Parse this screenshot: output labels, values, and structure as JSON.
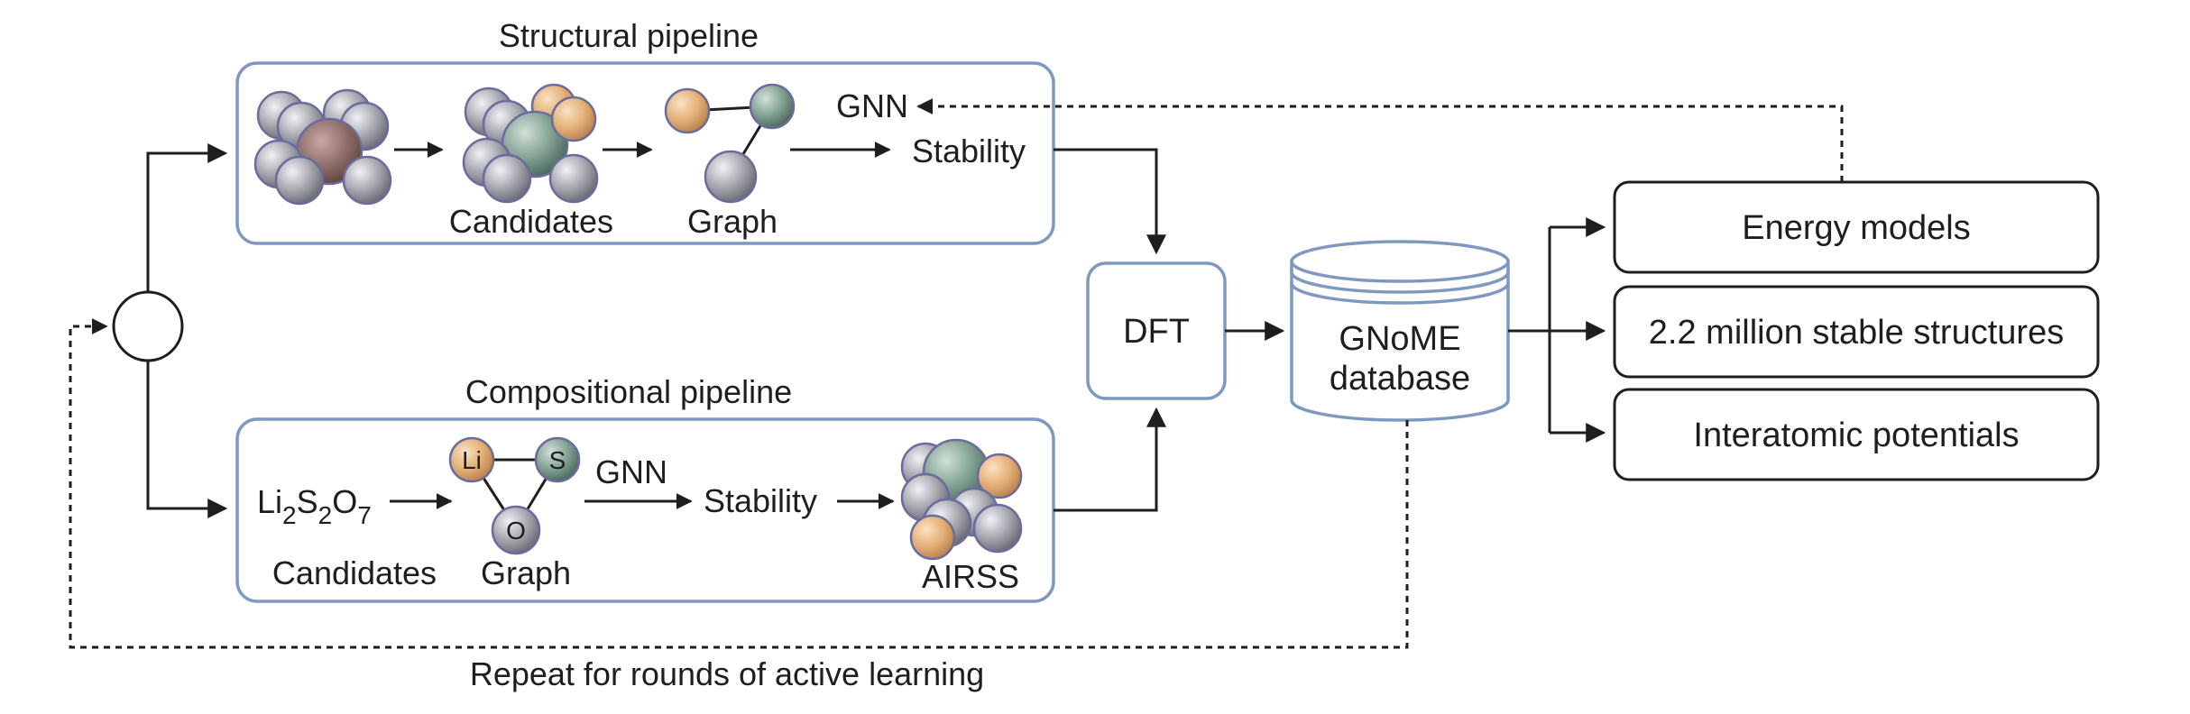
{
  "structural": {
    "title": "Structural pipeline",
    "candidates": "Candidates",
    "graph": "Graph",
    "gnn": "GNN",
    "stability": "Stability"
  },
  "compositional": {
    "title": "Compositional pipeline",
    "formula": {
      "li": "Li",
      "li_n": "2",
      "s": "S",
      "s_n": "2",
      "o": "O",
      "o_n": "7"
    },
    "candidates": "Candidates",
    "graph": "Graph",
    "graph_nodes": {
      "li": "Li",
      "s": "S",
      "o": "O"
    },
    "gnn": "GNN",
    "stability": "Stability",
    "airss": "AIRSS"
  },
  "dft": {
    "label": "DFT"
  },
  "database": {
    "line1": "GNoME",
    "line2": "database"
  },
  "outputs": [
    {
      "label": "Energy models"
    },
    {
      "label": "2.2 million stable structures"
    },
    {
      "label": "Interatomic potentials"
    }
  ],
  "loop": {
    "label": "Repeat for rounds of active learning"
  },
  "colors": {
    "pipeline_border": "#7e98bf",
    "atom_gray": "#a3a3ab",
    "atom_orange": "#e3ad74",
    "atom_green": "#7e9e90",
    "atom_brown": "#8b6a66"
  }
}
